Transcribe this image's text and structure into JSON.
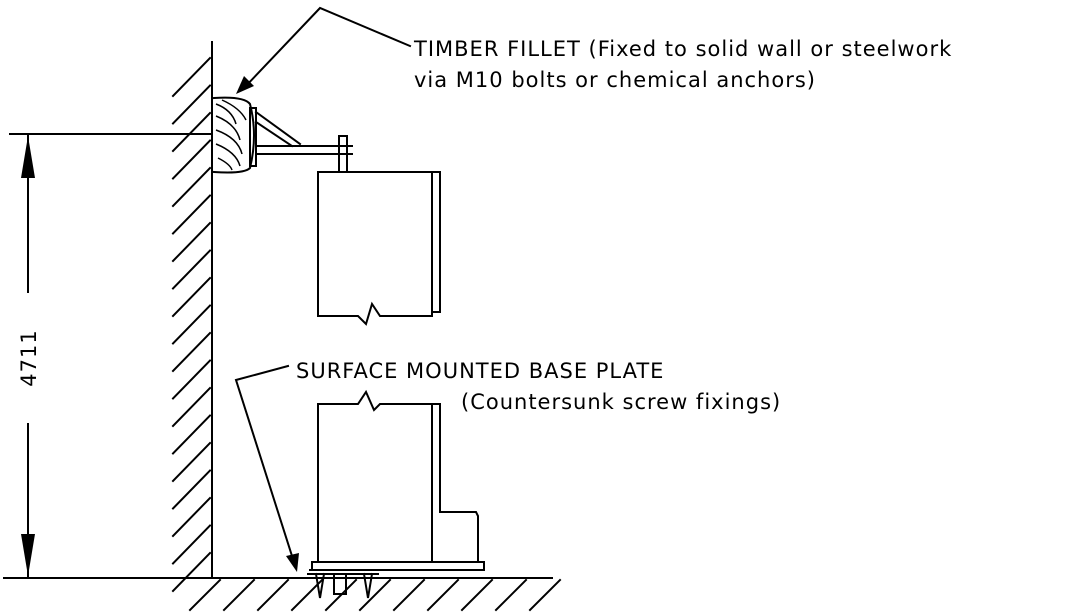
{
  "annotations": {
    "timber_fillet": {
      "line1": "TIMBER FILLET (Fixed to solid wall or steelwork",
      "line2": "via M10 bolts or chemical anchors)"
    },
    "base_plate": {
      "line1": "SURFACE MOUNTED BASE PLATE",
      "line2": "(Countersunk screw fixings)"
    }
  },
  "dimension": {
    "value": "4711"
  }
}
